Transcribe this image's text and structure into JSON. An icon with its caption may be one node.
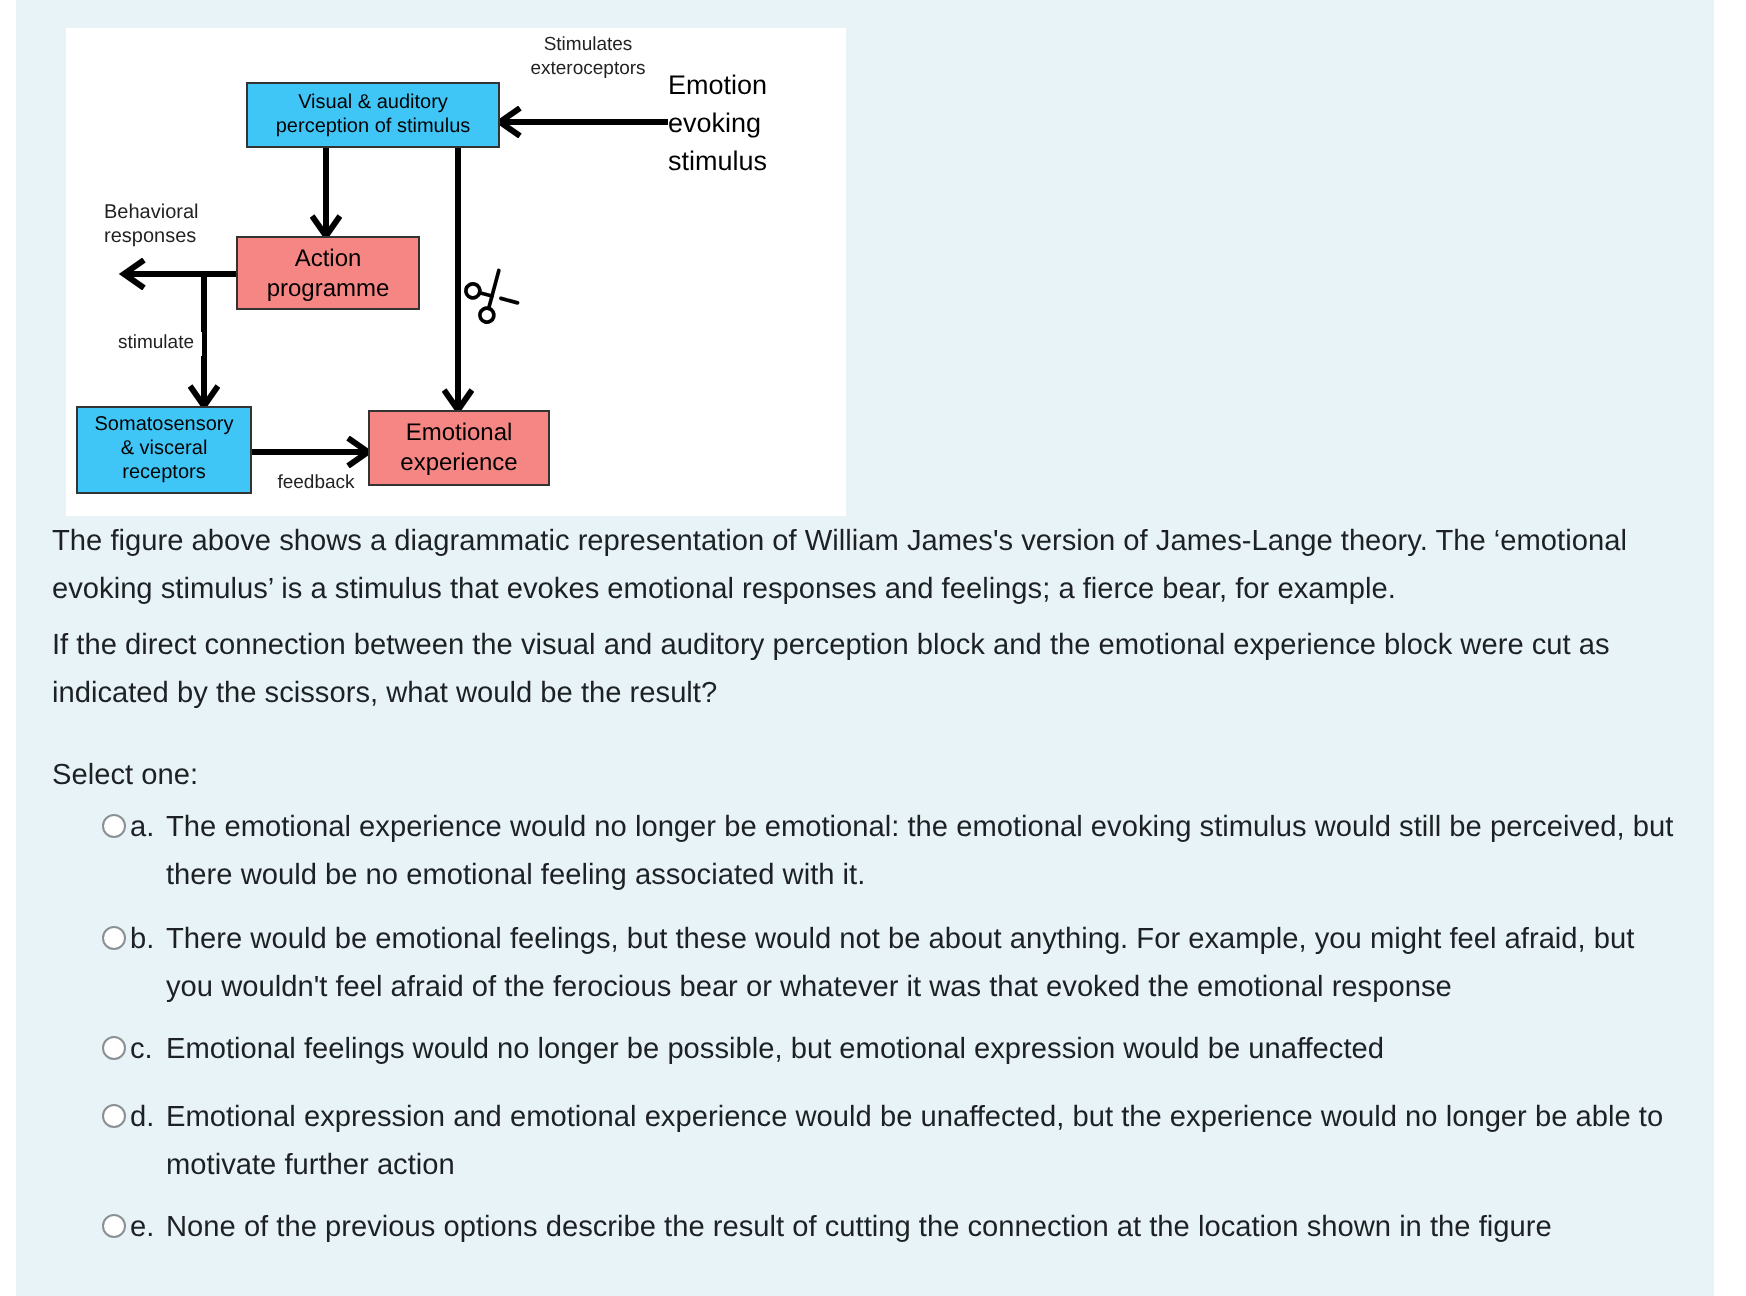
{
  "diagram": {
    "nodes": [
      {
        "text": [
          "Visual & auditory perception of stimulus"
        ]
      },
      {
        "text": [
          "Emotion evoking stimulus"
        ]
      },
      {
        "text": [
          "Action programme"
        ]
      },
      {
        "text": [
          "Behavioral responses"
        ]
      },
      {
        "text": [
          "Somatosensory & visceral receptors"
        ]
      },
      {
        "text": [
          "Emotional experience"
        ]
      }
    ],
    "edges": [
      {
        "from": 1,
        "to": 0,
        "arrow": "to",
        "label": "Stimulates exteroceptors"
      },
      {
        "from": 0,
        "to": 2,
        "arrow": "to"
      },
      {
        "from": 2,
        "to": 3,
        "arrow": "to"
      },
      {
        "from": 2,
        "to": 4,
        "arrow": "to",
        "label": "stimulate"
      },
      {
        "from": 4,
        "to": 5,
        "arrow": "to",
        "label": "feedback"
      },
      {
        "from": 0,
        "to": 5,
        "arrow": "to"
      }
    ],
    "labels": [
      "The figure above shows a diagrammatic representation of William James's version of James-Lange theory. The ‘emotional evoking stimulus’ is a stimulus that evokes emotional responses and feelings; a fierce bear, for example.",
      "If the direct connection between the visual and auditory perception block and the emotional experience block were cut as indicated by the scissors, what would be the result?",
      "Select one:",
      "a.",
      "The emotional experience would no longer be emotional: the emotional evoking stimulus would still be perceived, but there would be no emotional feeling associated with it.",
      "b.",
      "There would be emotional feelings, but these would not be about anything. For example, you might feel afraid, but you wouldn't feel afraid of the ferocious bear or whatever it was that evoked the emotional response",
      "c.",
      "Emotional feelings would no longer be possible, but emotional expression would be unaffected",
      "d.",
      "Emotional expression and emotional experience would be unaffected, but the experience would no longer be able to motivate further action",
      "e.",
      "None of the previous options describe the result of cutting the connection at the location shown in the figure"
    ]
  }
}
